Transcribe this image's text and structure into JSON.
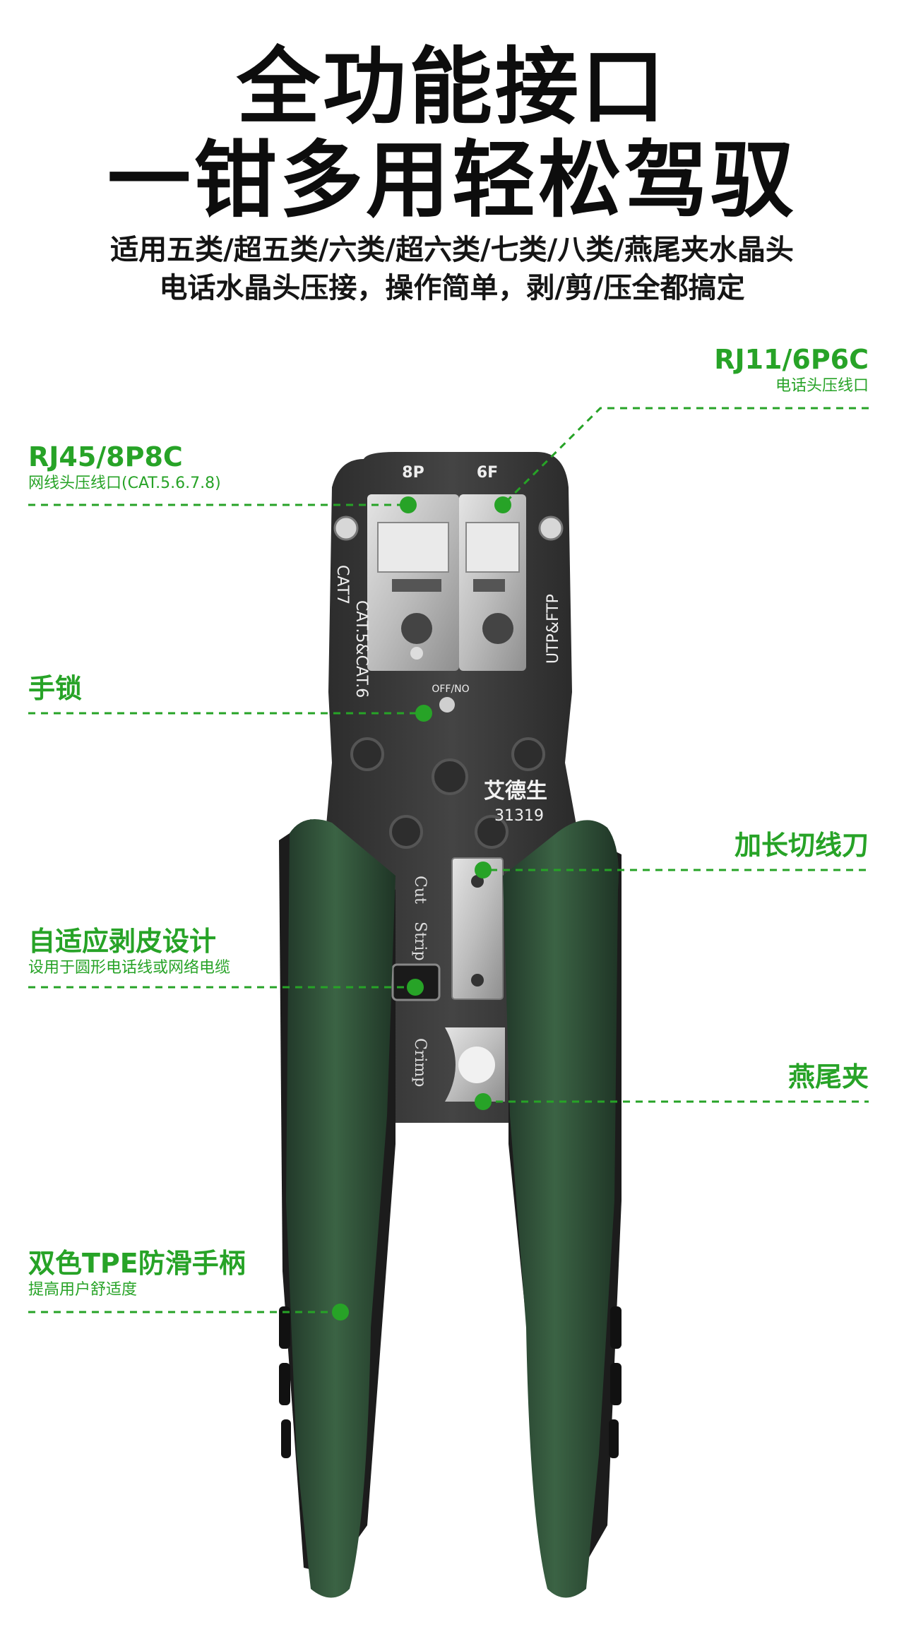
{
  "header": {
    "line1": "全功能接口",
    "line2": "一钳多用轻松驾驭",
    "sub1": "适用五类/超五类/六类/超六类/七类/八类/燕尾夹水晶头",
    "sub2": "电话水晶头压接，操作简单，剥/剪/压全都搞定"
  },
  "callouts": {
    "rj11": {
      "title": "RJ11/6P6C",
      "desc": "电话头压线口"
    },
    "rj45": {
      "title": "RJ45/8P8C",
      "desc": "网线头压线口(CAT.5.6.7.8)"
    },
    "lock": {
      "title": "手锁"
    },
    "cutter": {
      "title": "加长切线刀"
    },
    "strip": {
      "title": "自适应剥皮设计",
      "desc": "设用于圆形电话线或网络电缆"
    },
    "dovetail": {
      "title": "燕尾夹"
    },
    "handle": {
      "title": "双色TPE防滑手柄",
      "desc": "提高用户舒适度"
    }
  },
  "tool_markings": {
    "port_8p": "8P",
    "port_6p": "6F",
    "cat_left_1": "CAT7",
    "cat_left_2": "CAT.5&CAT.6",
    "utp": "UTP&FTP",
    "lock_switch": "OFF/NO",
    "brand": "艾德生",
    "model": "31319",
    "cut": "Cut",
    "strip": "Strip",
    "crimp": "Crimp"
  },
  "colors": {
    "accent_green": "#27a327",
    "handle_green": "#2e4f34",
    "body_dark": "#3a3a3a"
  }
}
